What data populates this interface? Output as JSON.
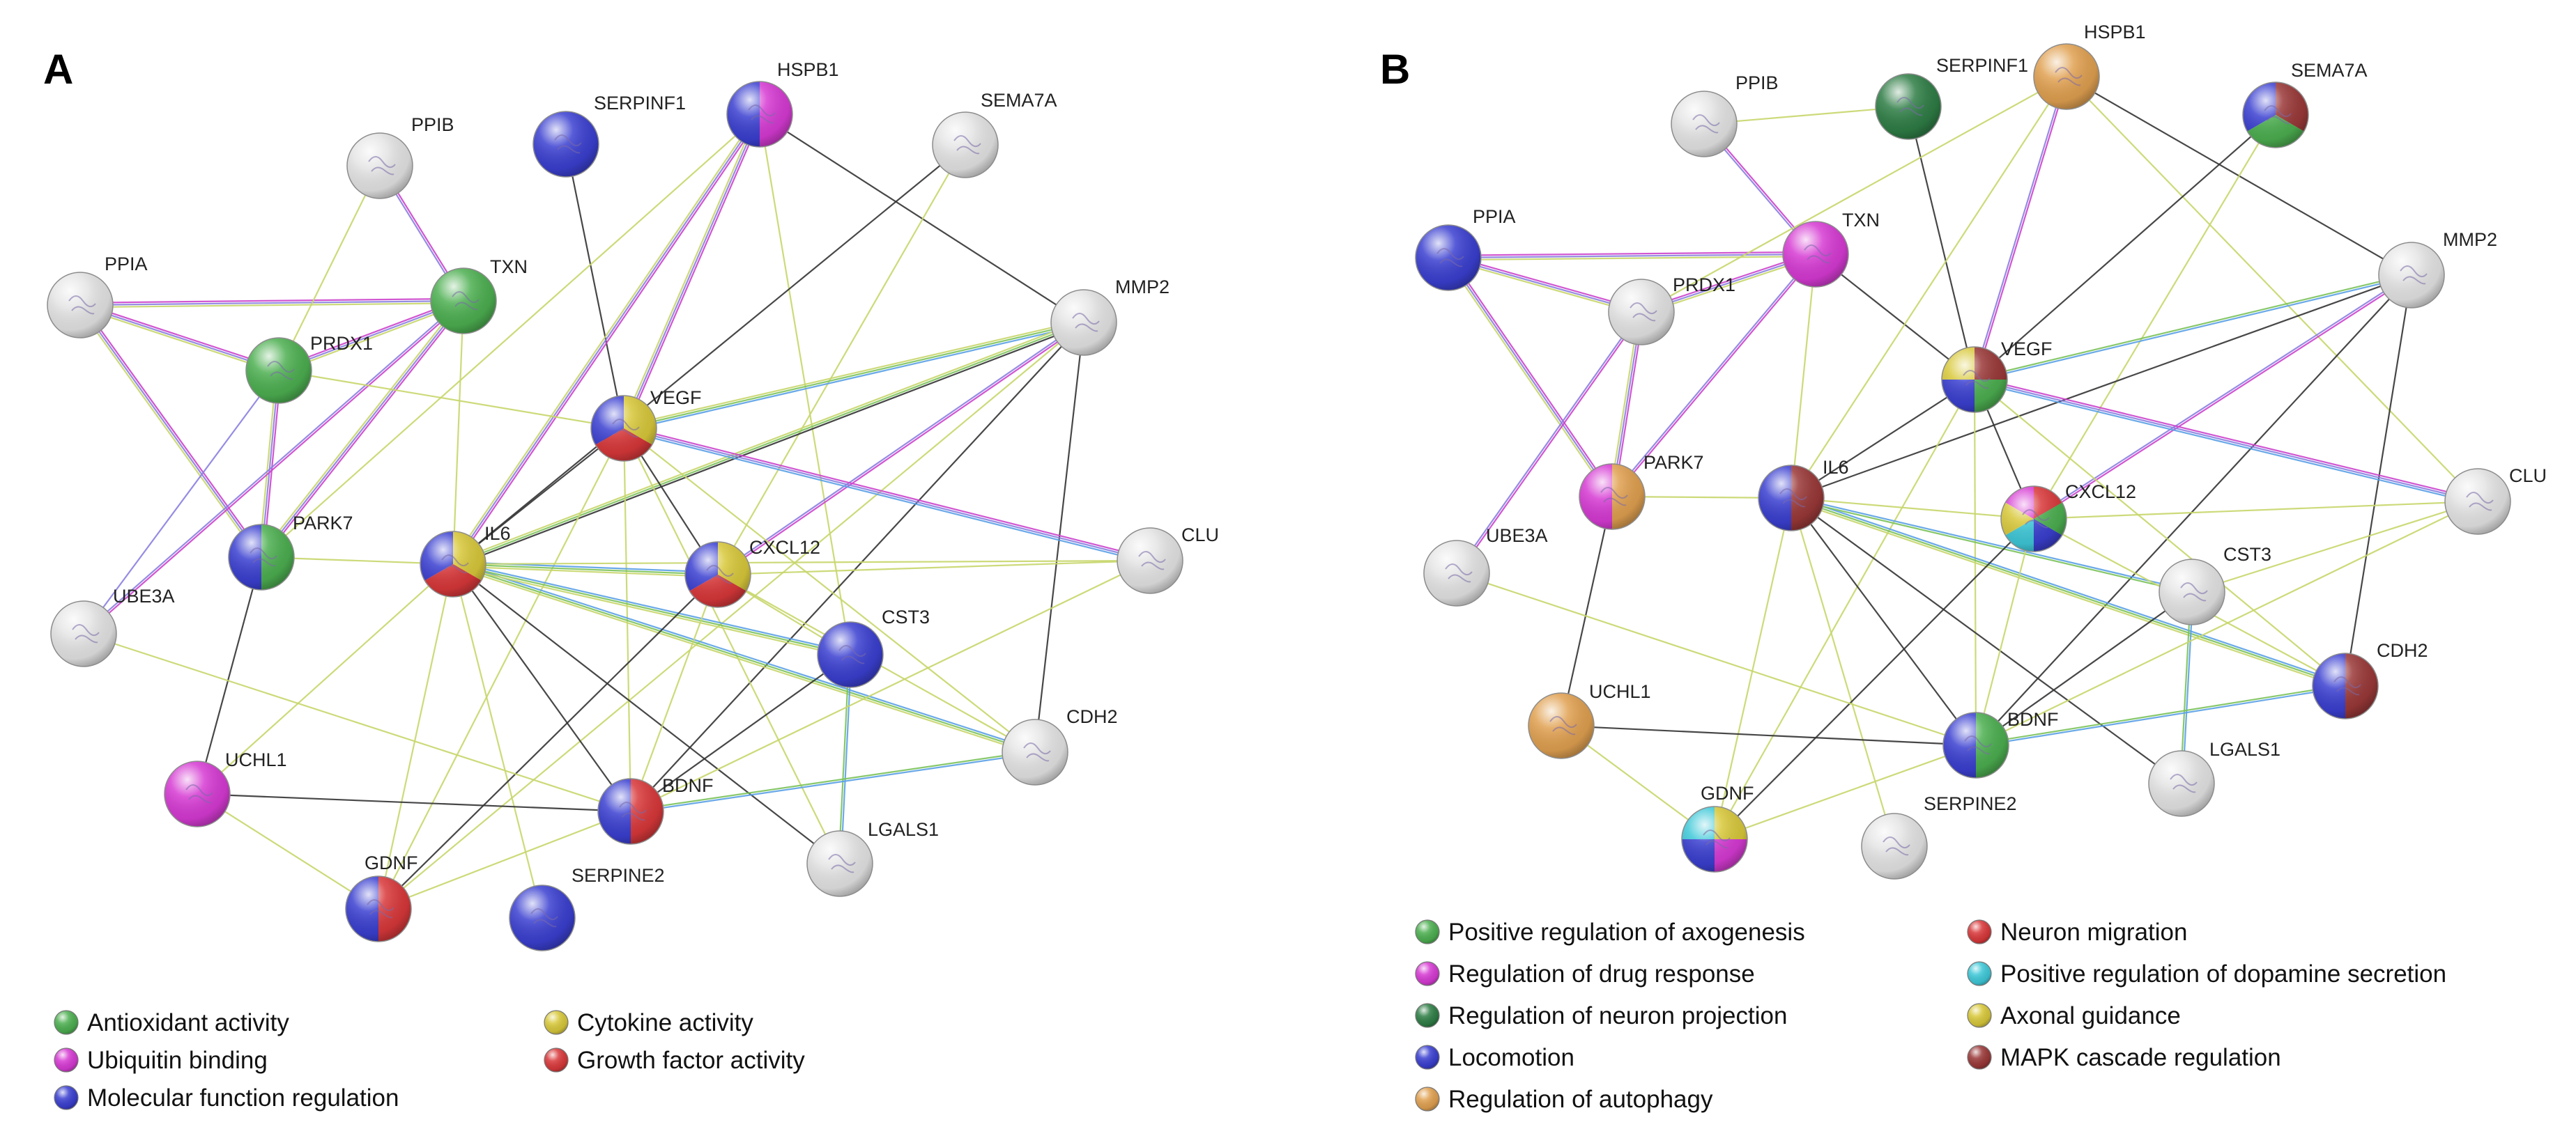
{
  "colors": {
    "antioxidant": "#4caf50",
    "ubiquitin": "#d63ad3",
    "molecular": "#3a3fd0",
    "cytokine": "#d8c83a",
    "growth": "#d9383a",
    "axogenesis": "#4caf50",
    "drug": "#d63ad3",
    "projection": "#2e7d45",
    "locomotion": "#3a3fd0",
    "autophagy": "#e0a050",
    "migration": "#d9383a",
    "dopamine": "#3ec8d8",
    "guidance": "#d8c83a",
    "mapk": "#9a3838",
    "none": "#e4e4e4"
  },
  "panels": [
    {
      "id": "A",
      "letter": "A",
      "nodes": [
        {
          "id": "PPIB",
          "label": "PPIB",
          "cats": []
        },
        {
          "id": "SERPINF1",
          "label": "SERPINF1",
          "cats": [
            "molecular"
          ]
        },
        {
          "id": "HSPB1",
          "label": "HSPB1",
          "cats": [
            "ubiquitin",
            "molecular"
          ]
        },
        {
          "id": "SEMA7A",
          "label": "SEMA7A",
          "cats": []
        },
        {
          "id": "PPIA",
          "label": "PPIA",
          "cats": []
        },
        {
          "id": "TXN",
          "label": "TXN",
          "cats": [
            "antioxidant"
          ]
        },
        {
          "id": "PRDX1",
          "label": "PRDX1",
          "cats": [
            "antioxidant"
          ]
        },
        {
          "id": "MMP2",
          "label": "MMP2",
          "cats": []
        },
        {
          "id": "VEGF",
          "label": "VEGF",
          "cats": [
            "cytokine",
            "growth",
            "molecular"
          ]
        },
        {
          "id": "PARK7",
          "label": "PARK7",
          "cats": [
            "antioxidant",
            "molecular"
          ]
        },
        {
          "id": "IL6",
          "label": "IL6",
          "cats": [
            "cytokine",
            "growth",
            "molecular"
          ]
        },
        {
          "id": "CXCL12",
          "label": "CXCL12",
          "cats": [
            "cytokine",
            "growth",
            "molecular"
          ]
        },
        {
          "id": "CLU",
          "label": "CLU",
          "cats": []
        },
        {
          "id": "UBE3A",
          "label": "UBE3A",
          "cats": []
        },
        {
          "id": "CST3",
          "label": "CST3",
          "cats": [
            "molecular"
          ]
        },
        {
          "id": "CDH2",
          "label": "CDH2",
          "cats": []
        },
        {
          "id": "UCHL1",
          "label": "UCHL1",
          "cats": [
            "ubiquitin"
          ]
        },
        {
          "id": "BDNF",
          "label": "BDNF",
          "cats": [
            "growth",
            "molecular"
          ]
        },
        {
          "id": "LGALS1",
          "label": "LGALS1",
          "cats": []
        },
        {
          "id": "GDNF",
          "label": "GDNF",
          "cats": [
            "growth",
            "molecular"
          ]
        },
        {
          "id": "SERPINE2",
          "label": "SERPINE2",
          "cats": [
            "molecular"
          ]
        }
      ],
      "legend": [
        {
          "key": "antioxidant",
          "label": "Antioxidant activity"
        },
        {
          "key": "ubiquitin",
          "label": "Ubiquitin binding"
        },
        {
          "key": "molecular",
          "label": "Molecular function regulation"
        },
        {
          "key": "cytokine",
          "label": "Cytokine activity"
        },
        {
          "key": "growth",
          "label": "Growth factor activity"
        }
      ]
    },
    {
      "id": "B",
      "letter": "B",
      "nodes": [
        {
          "id": "PPIB",
          "label": "PPIB",
          "cats": []
        },
        {
          "id": "SERPINF1",
          "label": "SERPINF1",
          "cats": [
            "projection"
          ]
        },
        {
          "id": "HSPB1",
          "label": "HSPB1",
          "cats": [
            "autophagy"
          ]
        },
        {
          "id": "SEMA7A",
          "label": "SEMA7A",
          "cats": [
            "mapk",
            "axogenesis",
            "locomotion"
          ]
        },
        {
          "id": "PPIA",
          "label": "PPIA",
          "cats": [
            "locomotion"
          ]
        },
        {
          "id": "TXN",
          "label": "TXN",
          "cats": [
            "drug"
          ]
        },
        {
          "id": "PRDX1",
          "label": "PRDX1",
          "cats": []
        },
        {
          "id": "MMP2",
          "label": "MMP2",
          "cats": []
        },
        {
          "id": "VEGF",
          "label": "VEGF",
          "cats": [
            "mapk",
            "axogenesis",
            "locomotion",
            "guidance"
          ]
        },
        {
          "id": "PARK7",
          "label": "PARK7",
          "cats": [
            "autophagy",
            "drug"
          ]
        },
        {
          "id": "IL6",
          "label": "IL6",
          "cats": [
            "mapk",
            "locomotion"
          ]
        },
        {
          "id": "CXCL12",
          "label": "CXCL12",
          "cats": [
            "migration",
            "axogenesis",
            "locomotion",
            "dopamine",
            "guidance",
            "drug"
          ]
        },
        {
          "id": "CLU",
          "label": "CLU",
          "cats": []
        },
        {
          "id": "UBE3A",
          "label": "UBE3A",
          "cats": []
        },
        {
          "id": "CST3",
          "label": "CST3",
          "cats": []
        },
        {
          "id": "CDH2",
          "label": "CDH2",
          "cats": [
            "mapk",
            "locomotion"
          ]
        },
        {
          "id": "UCHL1",
          "label": "UCHL1",
          "cats": [
            "autophagy"
          ]
        },
        {
          "id": "BDNF",
          "label": "BDNF",
          "cats": [
            "axogenesis",
            "locomotion"
          ]
        },
        {
          "id": "LGALS1",
          "label": "LGALS1",
          "cats": []
        },
        {
          "id": "GDNF",
          "label": "GDNF",
          "cats": [
            "guidance",
            "drug",
            "locomotion",
            "dopamine"
          ]
        },
        {
          "id": "SERPINE2",
          "label": "SERPINE2",
          "cats": []
        }
      ],
      "legend": [
        {
          "key": "axogenesis",
          "label": "Positive regulation of axogenesis"
        },
        {
          "key": "drug",
          "label": "Regulation of drug response"
        },
        {
          "key": "projection",
          "label": "Regulation of neuron projection"
        },
        {
          "key": "locomotion",
          "label": "Locomotion"
        },
        {
          "key": "autophagy",
          "label": "Regulation of autophagy"
        },
        {
          "key": "migration",
          "label": "Neuron migration"
        },
        {
          "key": "dopamine",
          "label": "Positive regulation of dopamine secretion"
        },
        {
          "key": "guidance",
          "label": "Axonal guidance"
        },
        {
          "key": "mapk",
          "label": "MAPK cascade regulation"
        }
      ]
    }
  ]
}
